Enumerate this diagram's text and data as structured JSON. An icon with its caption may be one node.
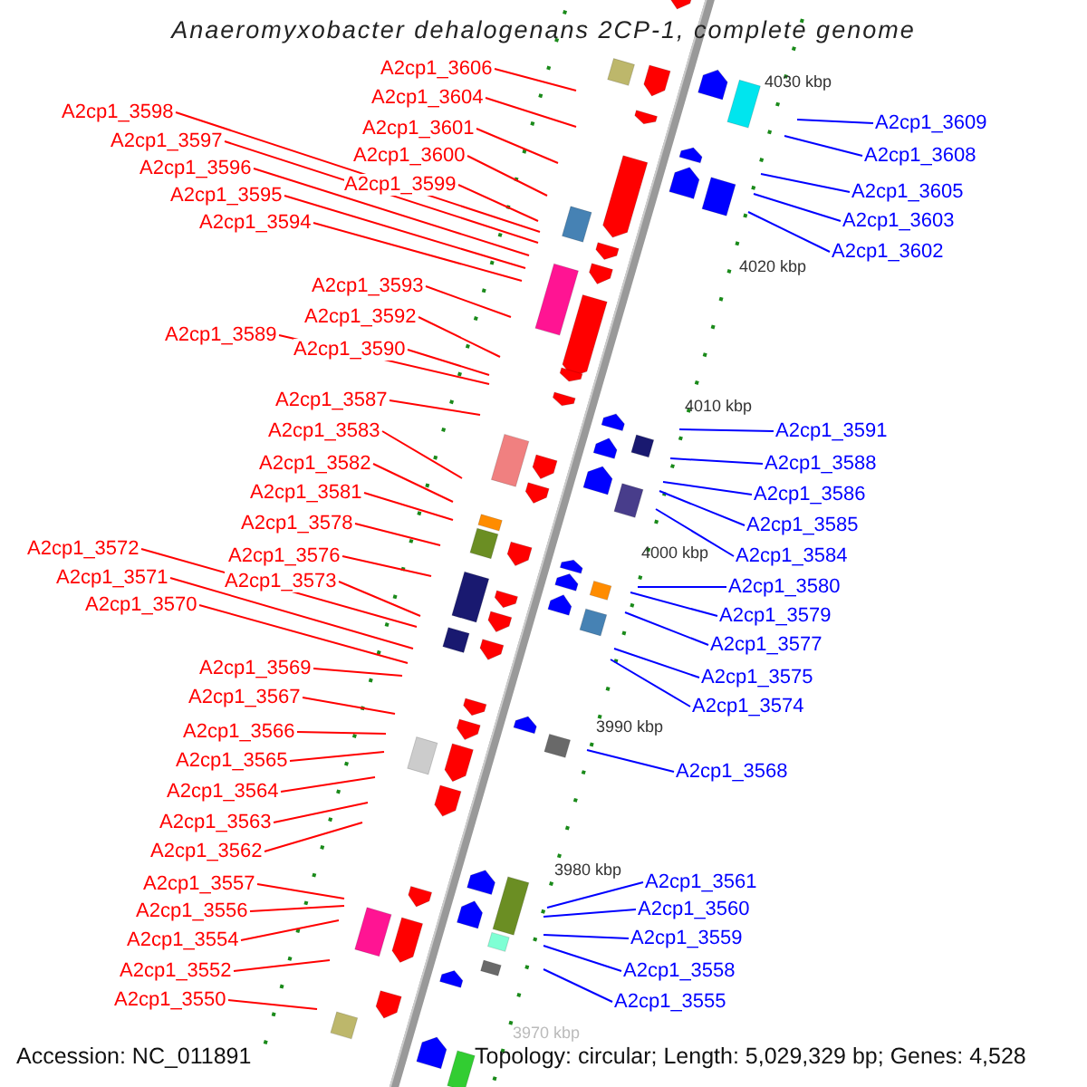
{
  "diagram": {
    "title": "Anaeromyxobacter dehalogenans 2CP-1, complete genome",
    "nodes": [
      {
        "text": [
          "A2cp1_3606"
        ]
      },
      {
        "text": [
          "A2cp1_3604"
        ]
      },
      {
        "text": [
          "A2cp1_3598"
        ]
      },
      {
        "text": [
          "A2cp1_3609"
        ]
      },
      {
        "text": [
          "A2cp1_3601"
        ]
      },
      {
        "text": [
          "A2cp1_3597"
        ]
      },
      {
        "text": [
          "A2cp1_3600"
        ]
      },
      {
        "text": [
          "A2cp1_3608"
        ]
      },
      {
        "text": [
          "A2cp1_3596"
        ]
      },
      {
        "text": [
          "A2cp1_3599"
        ]
      },
      {
        "text": [
          "A2cp1_3605"
        ]
      },
      {
        "text": [
          "A2cp1_3595"
        ]
      },
      {
        "text": [
          "A2cp1_3603"
        ]
      },
      {
        "text": [
          "A2cp1_3594"
        ]
      },
      {
        "text": [
          "A2cp1_3602"
        ]
      },
      {
        "text": [
          "A2cp1_3593"
        ]
      },
      {
        "text": [
          "A2cp1_3592"
        ]
      },
      {
        "text": [
          "A2cp1_3589"
        ]
      },
      {
        "text": [
          "A2cp1_3590"
        ]
      },
      {
        "text": [
          "A2cp1_3587"
        ]
      },
      {
        "text": [
          "A2cp1_3583"
        ]
      },
      {
        "text": [
          "A2cp1_3591"
        ]
      },
      {
        "text": [
          "A2cp1_3582"
        ]
      },
      {
        "text": [
          "A2cp1_3588"
        ]
      },
      {
        "text": [
          "A2cp1_3581"
        ]
      },
      {
        "text": [
          "A2cp1_3586"
        ]
      },
      {
        "text": [
          "A2cp1_3578"
        ]
      },
      {
        "text": [
          "A2cp1_3585"
        ]
      },
      {
        "text": [
          "A2cp1_3572"
        ]
      },
      {
        "text": [
          "A2cp1_3576"
        ]
      },
      {
        "text": [
          "A2cp1_3584"
        ]
      },
      {
        "text": [
          "A2cp1_3571"
        ]
      },
      {
        "text": [
          "A2cp1_3573"
        ]
      },
      {
        "text": [
          "A2cp1_3580"
        ]
      },
      {
        "text": [
          "A2cp1_3570"
        ]
      },
      {
        "text": [
          "A2cp1_3579"
        ]
      },
      {
        "text": [
          "A2cp1_3577"
        ]
      },
      {
        "text": [
          "A2cp1_3569"
        ]
      },
      {
        "text": [
          "A2cp1_3575"
        ]
      },
      {
        "text": [
          "A2cp1_3567"
        ]
      },
      {
        "text": [
          "A2cp1_3574"
        ]
      },
      {
        "text": [
          "A2cp1_3566"
        ]
      },
      {
        "text": [
          "A2cp1_3565"
        ]
      },
      {
        "text": [
          "A2cp1_3568"
        ]
      },
      {
        "text": [
          "A2cp1_3564"
        ]
      },
      {
        "text": [
          "A2cp1_3563"
        ]
      },
      {
        "text": [
          "A2cp1_3562"
        ]
      },
      {
        "text": [
          "A2cp1_3561"
        ]
      },
      {
        "text": [
          "A2cp1_3557"
        ]
      },
      {
        "text": [
          "A2cp1_3556"
        ]
      },
      {
        "text": [
          "A2cp1_3560"
        ]
      },
      {
        "text": [
          "A2cp1_3554"
        ]
      },
      {
        "text": [
          "A2cp1_3559"
        ]
      },
      {
        "text": [
          "A2cp1_3552"
        ]
      },
      {
        "text": [
          "A2cp1_3558"
        ]
      },
      {
        "text": [
          "A2cp1_3550"
        ]
      },
      {
        "text": [
          "A2cp1_3555"
        ]
      }
    ],
    "edges": [
      {
        "from": 0,
        "to": null,
        "arrow": "none"
      },
      {
        "from": 1,
        "to": null,
        "arrow": "none"
      },
      {
        "from": 2,
        "to": null,
        "arrow": "none"
      },
      {
        "from": 3,
        "to": null,
        "arrow": "none",
        "color": "#0000ff"
      },
      {
        "from": 4,
        "to": null,
        "arrow": "none"
      },
      {
        "from": 5,
        "to": null,
        "arrow": "none"
      },
      {
        "from": 6,
        "to": null,
        "arrow": "none"
      },
      {
        "from": 7,
        "to": null,
        "arrow": "none",
        "color": "#0000ff"
      },
      {
        "from": 8,
        "to": null,
        "arrow": "none"
      },
      {
        "from": 9,
        "to": null,
        "arrow": "none"
      },
      {
        "from": 10,
        "to": null,
        "arrow": "none",
        "color": "#0000ff"
      },
      {
        "from": 11,
        "to": null,
        "arrow": "none"
      },
      {
        "from": 12,
        "to": null,
        "arrow": "none",
        "color": "#0000ff"
      },
      {
        "from": 13,
        "to": null,
        "arrow": "none"
      },
      {
        "from": 14,
        "to": null,
        "arrow": "none",
        "color": "#0000ff"
      },
      {
        "from": 15,
        "to": null,
        "arrow": "none"
      },
      {
        "from": 16,
        "to": null,
        "arrow": "none"
      },
      {
        "from": 17,
        "to": null,
        "arrow": "none"
      },
      {
        "from": 18,
        "to": null,
        "arrow": "none"
      },
      {
        "from": 19,
        "to": null,
        "arrow": "none"
      },
      {
        "from": 20,
        "to": null,
        "arrow": "none"
      },
      {
        "from": 21,
        "to": null,
        "arrow": "none",
        "color": "#0000ff"
      },
      {
        "from": 22,
        "to": null,
        "arrow": "none"
      },
      {
        "from": 23,
        "to": null,
        "arrow": "none",
        "color": "#0000ff"
      },
      {
        "from": 24,
        "to": null,
        "arrow": "none"
      },
      {
        "from": 25,
        "to": null,
        "arrow": "none",
        "color": "#0000ff"
      },
      {
        "from": 26,
        "to": null,
        "arrow": "none"
      },
      {
        "from": 27,
        "to": null,
        "arrow": "none",
        "color": "#0000ff"
      },
      {
        "from": 28,
        "to": null,
        "arrow": "none"
      },
      {
        "from": 29,
        "to": null,
        "arrow": "none"
      },
      {
        "from": 30,
        "to": null,
        "arrow": "none",
        "color": "#0000ff"
      },
      {
        "from": 31,
        "to": null,
        "arrow": "none"
      },
      {
        "from": 32,
        "to": null,
        "arrow": "none"
      },
      {
        "from": 33,
        "to": null,
        "arrow": "none",
        "color": "#0000ff"
      },
      {
        "from": 34,
        "to": null,
        "arrow": "none"
      },
      {
        "from": 35,
        "to": null,
        "arrow": "none",
        "color": "#0000ff"
      },
      {
        "from": 36,
        "to": null,
        "arrow": "none",
        "color": "#0000ff"
      },
      {
        "from": 37,
        "to": null,
        "arrow": "none"
      },
      {
        "from": 38,
        "to": null,
        "arrow": "none",
        "color": "#0000ff"
      },
      {
        "from": 39,
        "to": null,
        "arrow": "none"
      },
      {
        "from": 40,
        "to": null,
        "arrow": "none",
        "color": "#0000ff"
      },
      {
        "from": 41,
        "to": null,
        "arrow": "none"
      },
      {
        "from": 42,
        "to": null,
        "arrow": "none"
      },
      {
        "from": 43,
        "to": null,
        "arrow": "none",
        "color": "#0000ff"
      },
      {
        "from": 44,
        "to": null,
        "arrow": "none"
      },
      {
        "from": 45,
        "to": null,
        "arrow": "none"
      },
      {
        "from": 46,
        "to": null,
        "arrow": "none"
      },
      {
        "from": 47,
        "to": null,
        "arrow": "none",
        "color": "#0000ff"
      },
      {
        "from": 48,
        "to": null,
        "arrow": "none"
      },
      {
        "from": 49,
        "to": null,
        "arrow": "none"
      },
      {
        "from": 50,
        "to": null,
        "arrow": "none",
        "color": "#0000ff"
      },
      {
        "from": 51,
        "to": null,
        "arrow": "none"
      },
      {
        "from": 52,
        "to": null,
        "arrow": "none",
        "color": "#0000ff"
      },
      {
        "from": 53,
        "to": null,
        "arrow": "none"
      },
      {
        "from": 54,
        "to": null,
        "arrow": "none",
        "color": "#0000ff"
      },
      {
        "from": 55,
        "to": null,
        "arrow": "none"
      },
      {
        "from": 56,
        "to": null,
        "arrow": "none",
        "color": "#0000ff"
      }
    ],
    "labels": [
      "4030 kbp",
      "4020 kbp",
      "4010 kbp",
      "4000 kbp",
      "3990 kbp",
      "3980 kbp",
      "3970 kbp",
      "Accession: NC_011891",
      "Topology: circular; Length: 5,029,329 bp; Genes: 4,528"
    ]
  }
}
